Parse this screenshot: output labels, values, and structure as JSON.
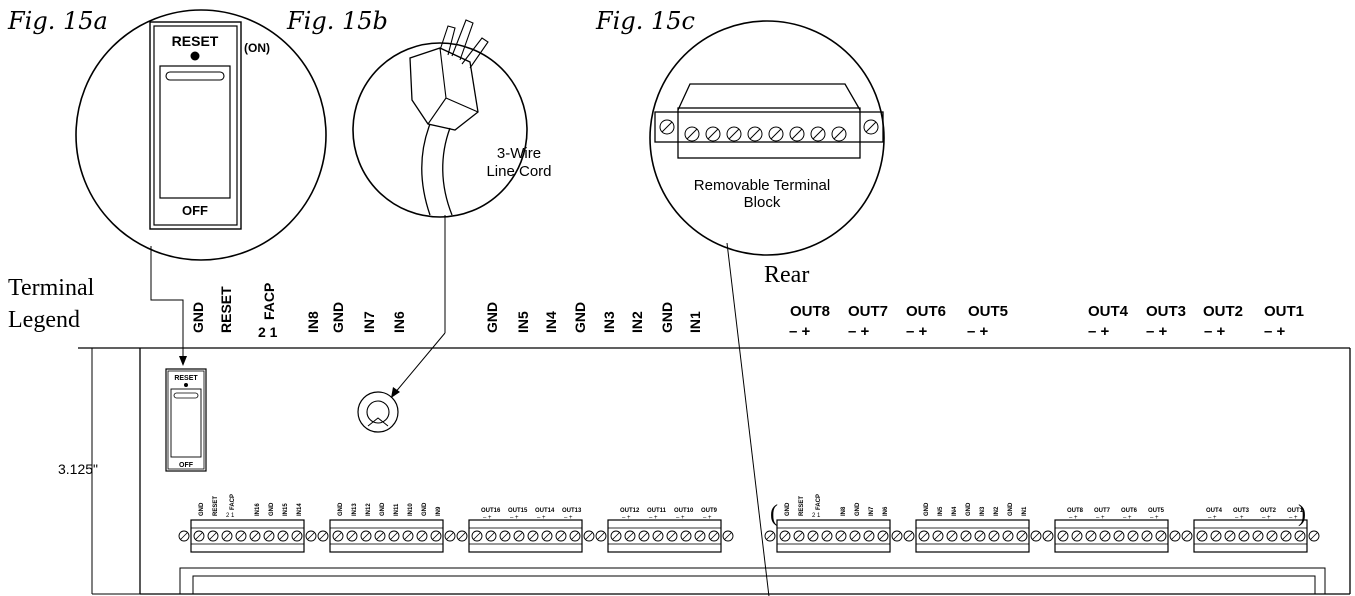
{
  "figures": {
    "fig_a": "Fig. 15a",
    "fig_b": "Fig. 15b",
    "fig_c": "Fig. 15c"
  },
  "switch_detail": {
    "reset": "RESET",
    "on": "(ON)",
    "off": "OFF"
  },
  "cord_detail": {
    "line1": "3-Wire",
    "line2": "Line Cord"
  },
  "terminal_block_detail": {
    "line1": "Removable Terminal",
    "line2": "Block"
  },
  "legend": {
    "line1": "Terminal",
    "line2": "Legend",
    "rear": "Rear"
  },
  "dimension": "3.125\"",
  "large_labels_left": {
    "group1": [
      "GND",
      "RESET",
      "FACP",
      "IN8",
      "GND",
      "IN7",
      "IN6"
    ],
    "facp_pins": "2  1",
    "group2": [
      "GND",
      "IN5",
      "IN4",
      "GND",
      "IN3",
      "IN2",
      "GND",
      "IN1"
    ]
  },
  "large_labels_outputs": {
    "group1": [
      "OUT8",
      "OUT7",
      "OUT6",
      "OUT5"
    ],
    "group2": [
      "OUT4",
      "OUT3",
      "OUT2",
      "OUT1"
    ],
    "polarity": "–   +"
  },
  "small_labels": {
    "block1": [
      "GND",
      "RESET",
      "FACP",
      "IN16",
      "GND",
      "IN15",
      "IN14"
    ],
    "block2": [
      "GND",
      "IN13",
      "IN12",
      "GND",
      "IN11",
      "IN10",
      "GND",
      "IN9"
    ],
    "block3": [
      "OUT16",
      "OUT15",
      "OUT14",
      "OUT13"
    ],
    "block4": [
      "OUT12",
      "OUT11",
      "OUT10",
      "OUT9"
    ],
    "block5": [
      "GND",
      "RESET",
      "FACP",
      "IN8",
      "GND",
      "IN7",
      "IN6"
    ],
    "block6": [
      "GND",
      "IN5",
      "IN4",
      "GND",
      "IN3",
      "IN2",
      "GND",
      "IN1"
    ],
    "block7": [
      "OUT8",
      "OUT7",
      "OUT6",
      "OUT5"
    ],
    "block8": [
      "OUT4",
      "OUT3",
      "OUT2",
      "OUT1"
    ],
    "facp_pins": "2  1",
    "polarity": "– +"
  },
  "panel_switch": {
    "reset": "RESET",
    "off": "OFF"
  }
}
